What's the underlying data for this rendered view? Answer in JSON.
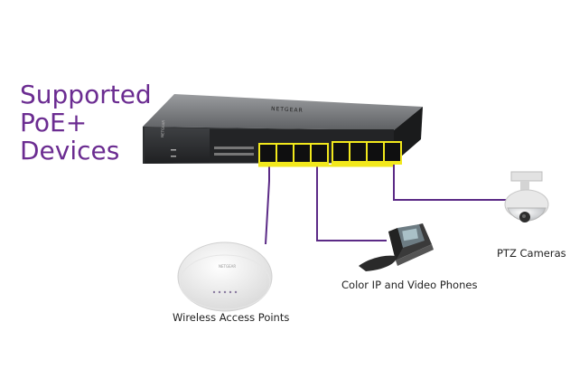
{
  "title": {
    "line1": "Supported",
    "line2": "PoE+",
    "line3": "Devices"
  },
  "switch": {
    "brand": "NETGEAR"
  },
  "devices": {
    "access_points": "Wireless Access Points",
    "phones": "Color IP and Video Phones",
    "cameras": "PTZ Cameras"
  },
  "colors": {
    "title": "#6b2c91",
    "cable": "#5b2a86",
    "poe_ports": "#f2e81c"
  }
}
